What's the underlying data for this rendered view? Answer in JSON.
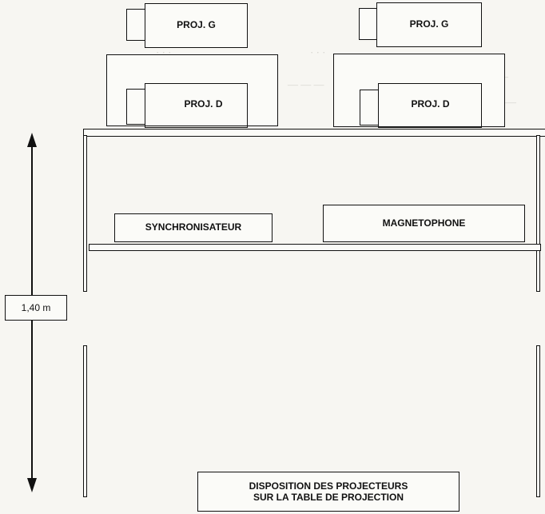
{
  "diagram": {
    "projectors": {
      "left_top": "PROJ. G",
      "left_bottom": "PROJ. D",
      "right_top": "PROJ. G",
      "right_bottom": "PROJ. D"
    },
    "devices": {
      "synchronisateur": "SYNCHRONISATEUR",
      "magnetophone": "MAGNETOPHONE"
    },
    "height_label": "1,40 m",
    "caption": {
      "line1": "DISPOSITION DES PROJECTEURS",
      "line2": "SUR LA TABLE DE PROJECTION"
    }
  }
}
